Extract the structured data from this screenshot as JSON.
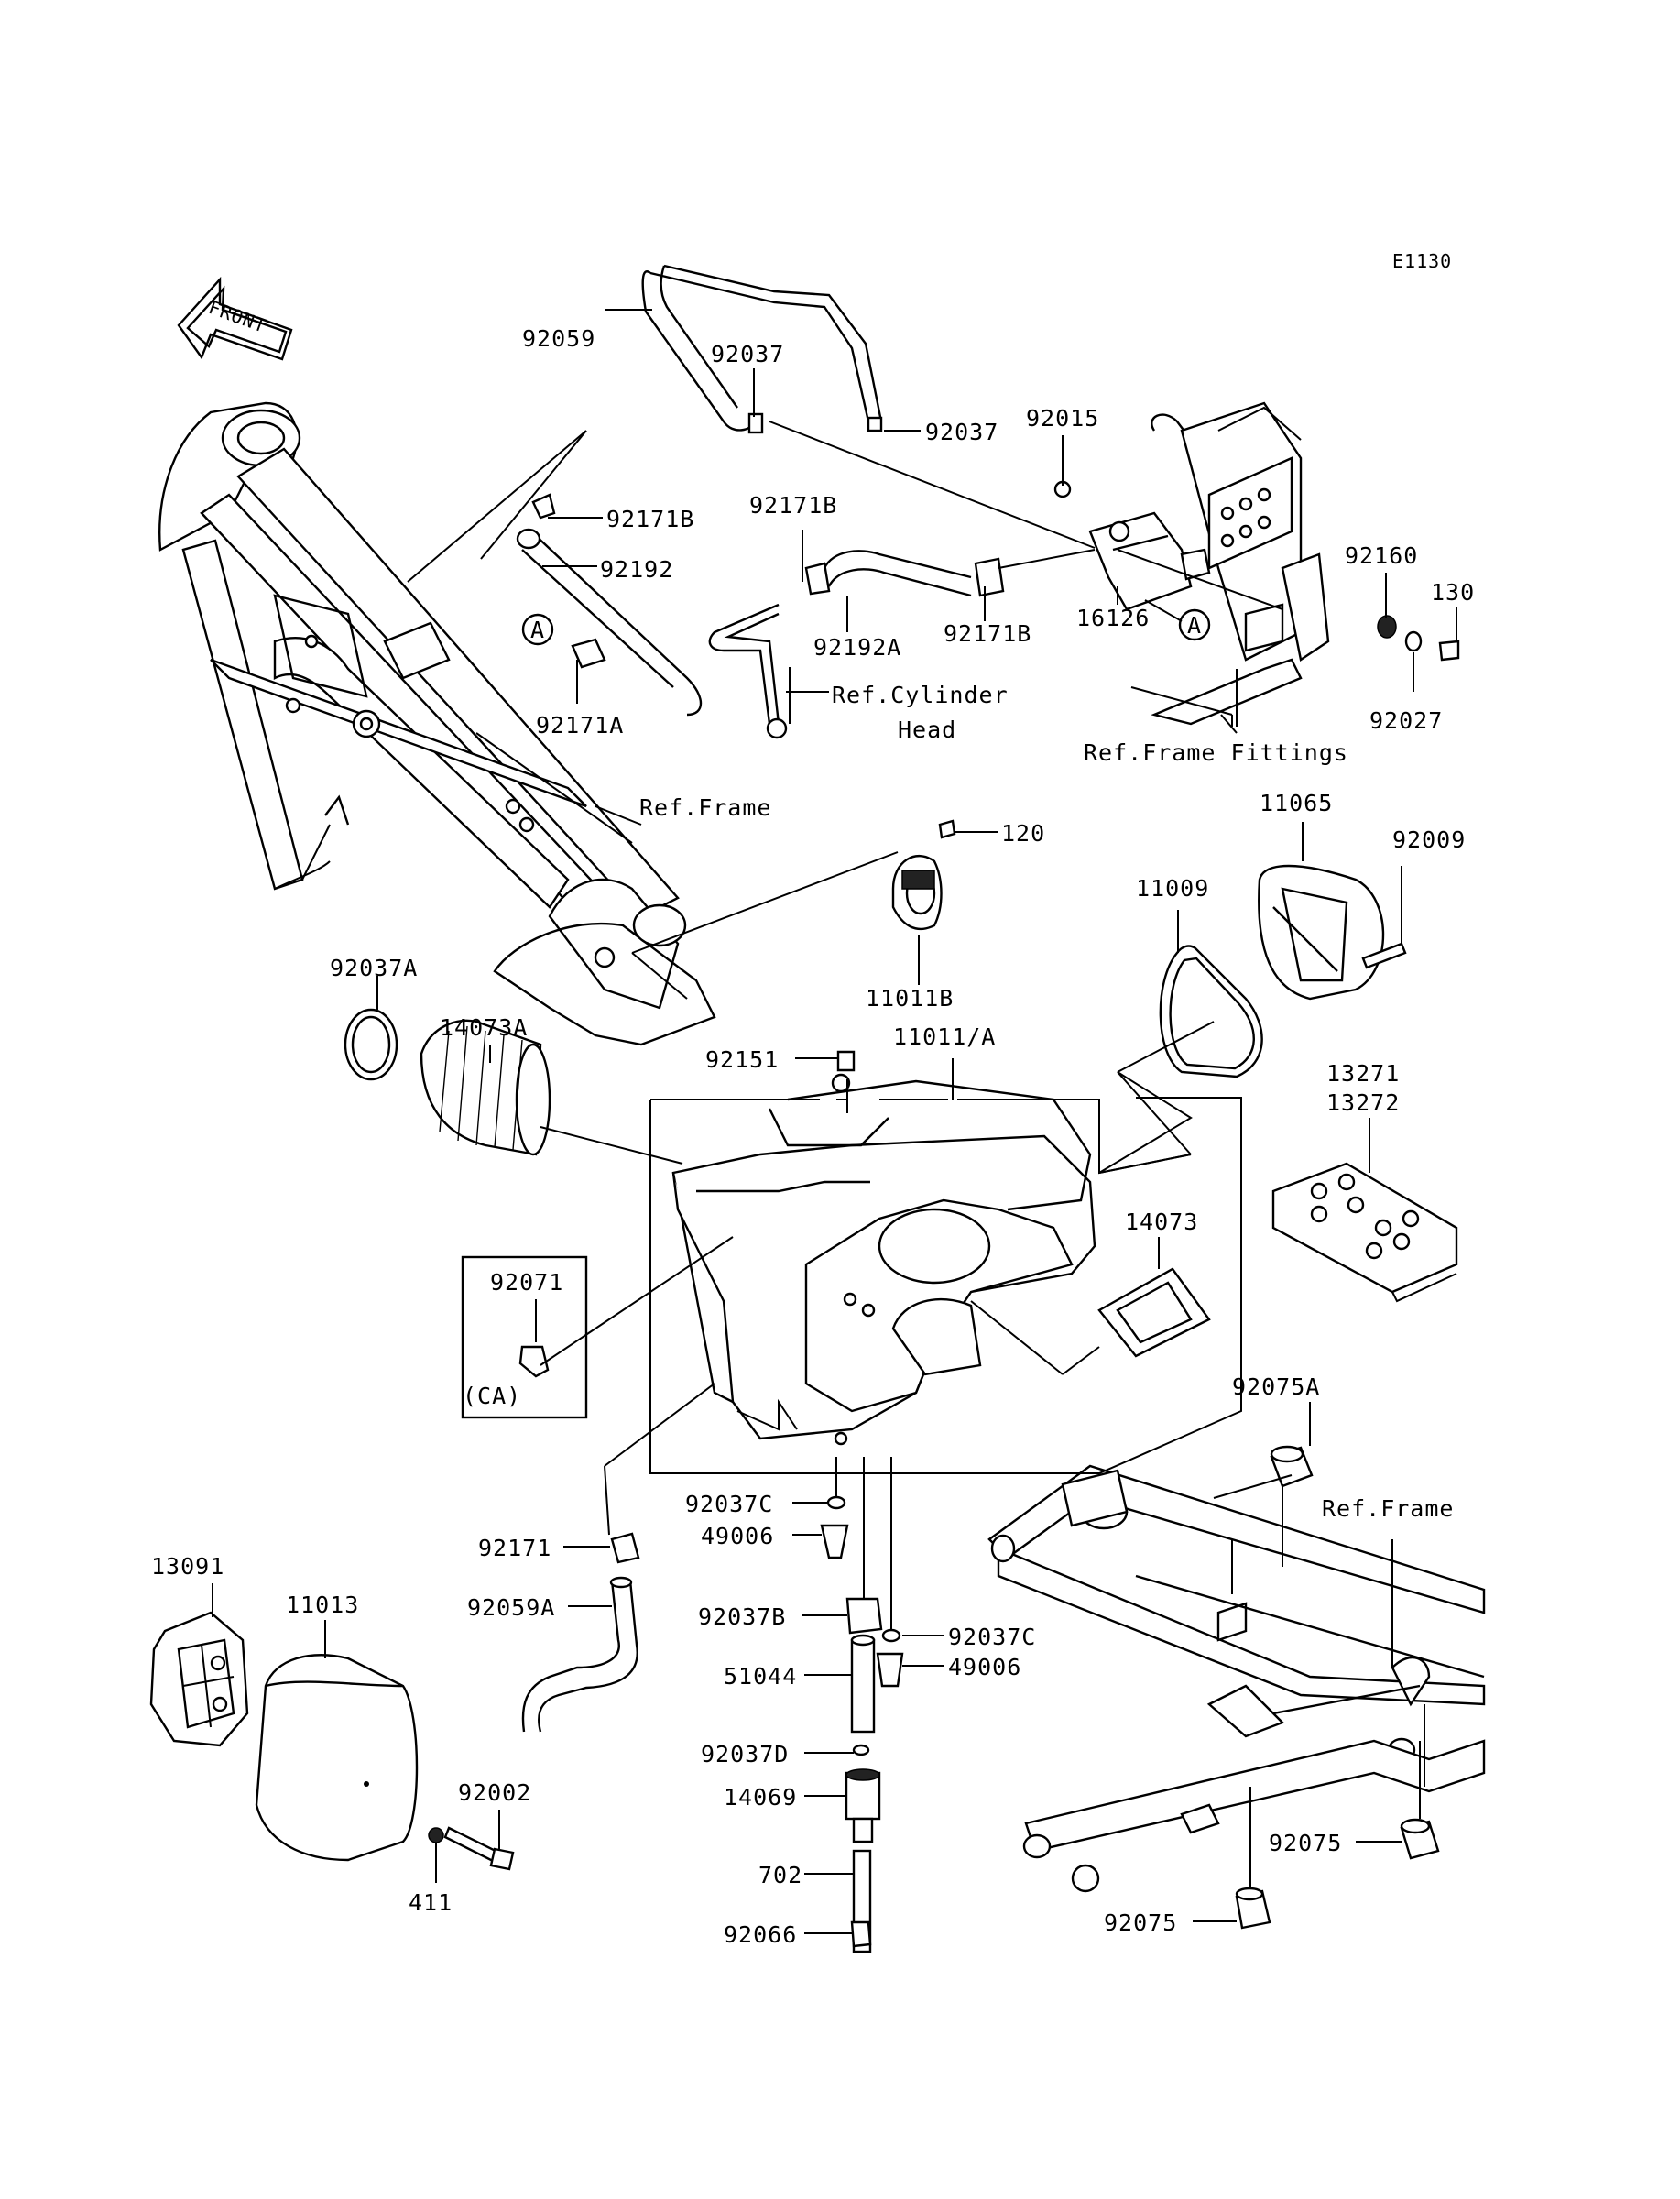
{
  "diagram_code": "E1130",
  "front_arrow": {
    "text": "FRONT",
    "icon": "front-arrow-icon"
  },
  "circle_markers": [
    "A",
    "A"
  ],
  "parts": {
    "p92059": "92059",
    "p92037_top1": "92037",
    "p92037_top2": "92037",
    "p92015": "92015",
    "p92171B_a": "92171B",
    "p92192": "92192",
    "p92171B_b": "92171B",
    "p92192A": "92192A",
    "p92171B_c": "92171B",
    "p16126": "16126",
    "p92160": "92160",
    "p130": "130",
    "p92027": "92027",
    "p92171A": "92171A",
    "p120": "120",
    "p11065": "11065",
    "p92009": "92009",
    "p11009": "11009",
    "p11011B": "11011B",
    "p92037A": "92037A",
    "p14073A": "14073A",
    "p92151": "92151",
    "p11011A": "11011/A",
    "p13271": "13271",
    "p13272": "13272",
    "p14073": "14073",
    "p92071": "92071",
    "ca": "(CA)",
    "p92075A": "92075A",
    "p92037C_a": "92037C",
    "p49006_a": "49006",
    "p92171": "92171",
    "p13091": "13091",
    "p11013": "11013",
    "p92059A": "92059A",
    "p92037B": "92037B",
    "p92037C_b": "92037C",
    "p49006_b": "49006",
    "p51044": "51044",
    "p92037D": "92037D",
    "p14069": "14069",
    "p92002": "92002",
    "p411": "411",
    "p702": "702",
    "p92066": "92066",
    "p92075_a": "92075",
    "p92075_b": "92075"
  },
  "references": {
    "cylinder_head_1": "Ref.Cylinder",
    "cylinder_head_2": "Head",
    "frame_fittings": "Ref.Frame Fittings",
    "frame_top": "Ref.Frame",
    "frame_bottom": "Ref.Frame"
  }
}
